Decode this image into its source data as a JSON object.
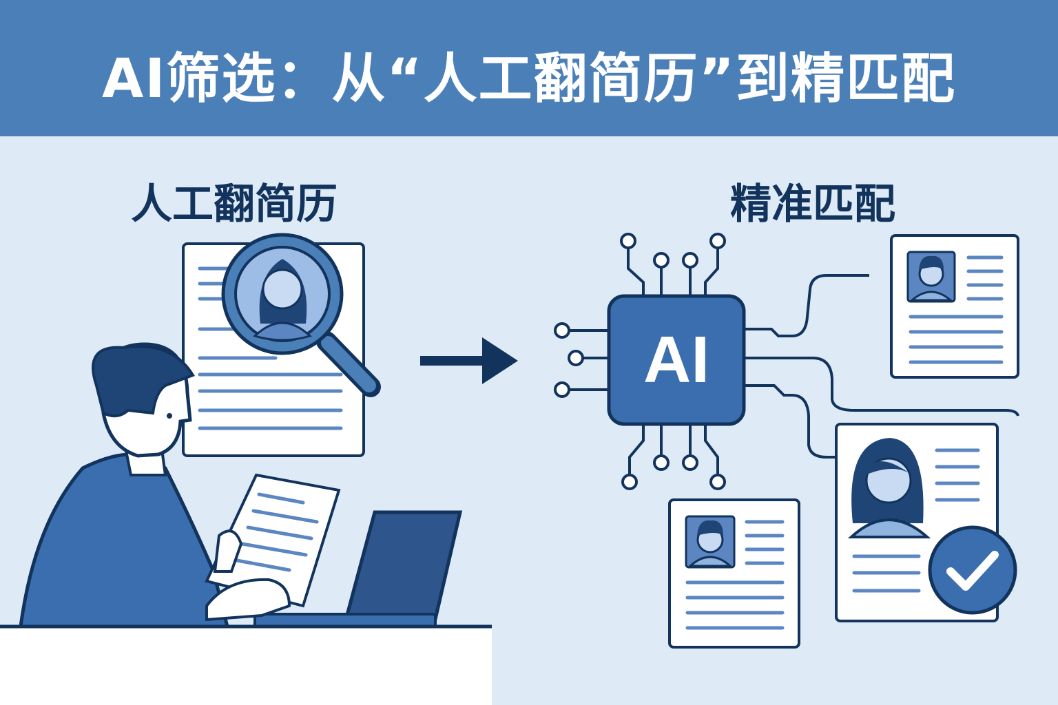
{
  "title": "AI筛选：从“人工翻简历”到精匹配",
  "left_panel": {
    "title": "人工翻简历"
  },
  "right_panel": {
    "title": "精准匹配",
    "chip_label": "AI"
  },
  "colors": {
    "banner": "#4a7fb8",
    "background": "#deebf7",
    "navy": "#12335c",
    "accent": "#3b6eaf",
    "light_blue": "#8fb4e0",
    "white": "#ffffff"
  },
  "icons": [
    "magnifier-icon",
    "arrow-right-icon",
    "ai-chip-icon",
    "checkmark-icon"
  ]
}
